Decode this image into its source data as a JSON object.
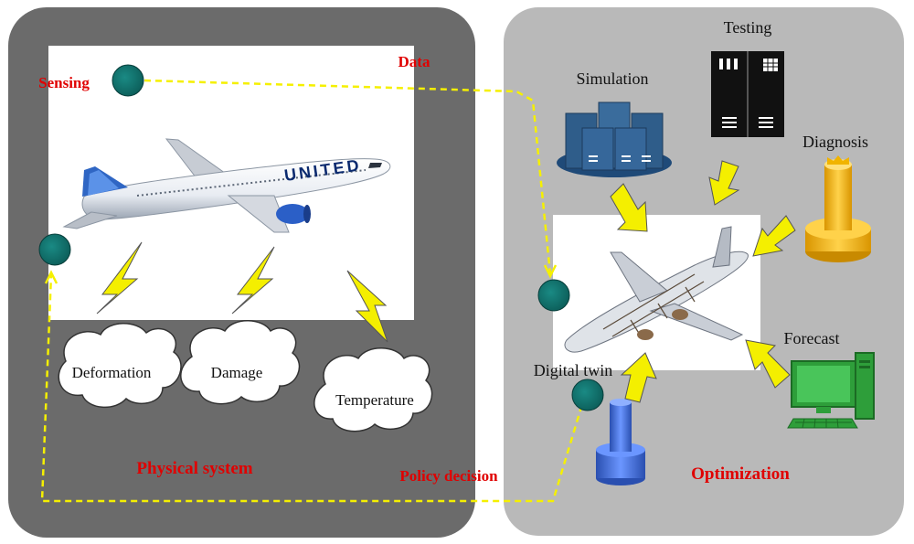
{
  "colors": {
    "physical_panel": "#6b6b6b",
    "optimization_panel": "#b9b9b9",
    "flow_line": "#f5f000",
    "node": "#0e6f6a",
    "label_red": "#e00000",
    "server_blue": "#2f5d8a",
    "bolt_yellow": "#f4ef00",
    "diagnosis_orange": "#f1b400",
    "forecast_green": "#2e9e3a",
    "twin_blue": "#3a6fd8"
  },
  "physical_system": {
    "title": "Physical system",
    "sensing_label": "Sensing",
    "clouds": [
      "Deformation",
      "Damage",
      "Temperature"
    ]
  },
  "optimization": {
    "title": "Optimization",
    "tools": {
      "simulation": "Simulation",
      "testing": "Testing",
      "diagnosis": "Diagnosis",
      "forecast": "Forecast"
    },
    "digital_twin_label": "Digital twin"
  },
  "flows": {
    "data_label": "Data",
    "policy_label": "Policy decision"
  },
  "icons": {
    "aircraft": "airliner-photo-icon",
    "twin_aircraft": "cutaway-airliner-icon",
    "simulation": "server-stack-icon",
    "testing": "server-rack-icon",
    "diagnosis": "cylinder-stack-icon",
    "forecast": "computer-monitor-icon",
    "twin_base": "cylinder-tower-icon",
    "arrow": "arrow-icon",
    "bolt": "lightning-bolt-icon",
    "node": "node-circle-icon"
  },
  "airline_livery": "UNITED"
}
